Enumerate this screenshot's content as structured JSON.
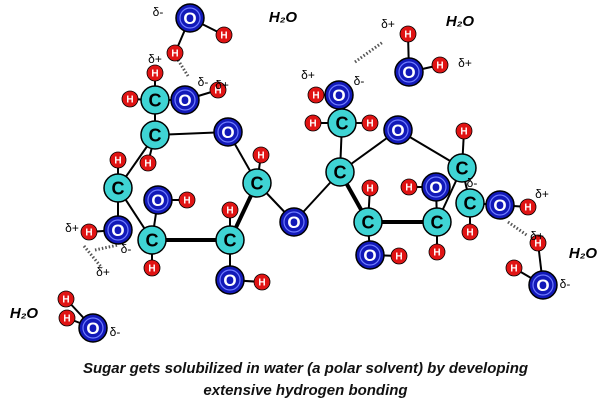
{
  "labels": {
    "carbon": "C",
    "oxygen": "O",
    "hydrogen": "H",
    "delta_plus": "δ+",
    "delta_minus": "δ-",
    "water": "H₂O"
  },
  "colors": {
    "carbon_fill": "#3fd4d4",
    "oxygen_fill": "#1219b8",
    "hydrogen_fill": "#e01414",
    "bond": "#000000",
    "hbond": "#555555"
  },
  "caption": {
    "line1": "Sugar gets solubilized in water (a polar solvent) by developing",
    "line2": "extensive hydrogen bonding"
  }
}
